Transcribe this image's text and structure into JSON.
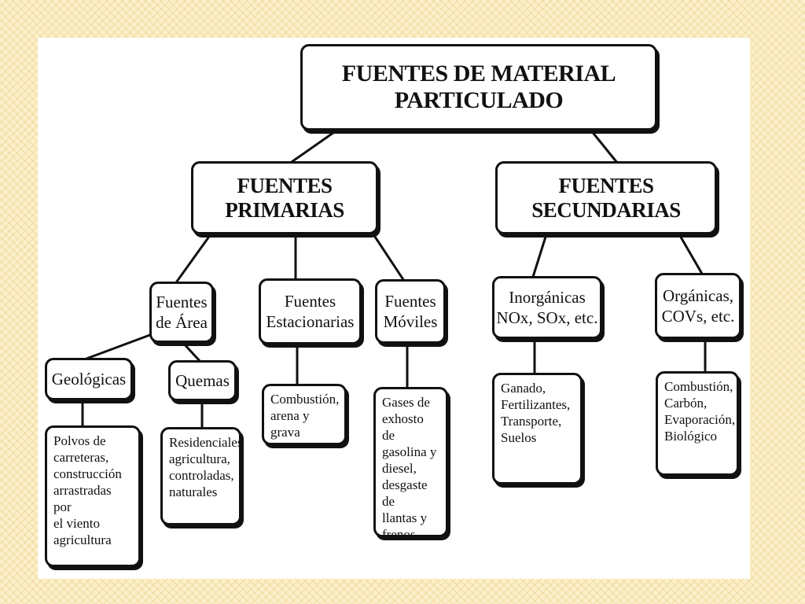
{
  "diagram": {
    "root": {
      "label": "FUENTES DE MATERIAL PARTICULADO"
    },
    "primarias": {
      "label": "FUENTES PRIMARIAS"
    },
    "secundarias": {
      "label": "FUENTES SECUNDARIAS"
    },
    "fuentes_area": {
      "label": "Fuentes\nde Área"
    },
    "fuentes_estacionarias": {
      "label": "Fuentes\nEstacionarias"
    },
    "fuentes_moviles": {
      "label": "Fuentes\nMóviles"
    },
    "inorganicas": {
      "label": "Inorgánicas\nNOx, SOx, etc."
    },
    "organicas": {
      "label": "Orgánicas,\nCOVs, etc."
    },
    "geologicas": {
      "label": "Geológicas"
    },
    "quemas": {
      "label": "Quemas"
    },
    "geologicas_detalle": {
      "label": "Polvos de\ncarreteras,\nconstrucción\narrastradas por\nel viento\nagricultura"
    },
    "quemas_detalle": {
      "label": "Residenciales,\nagricultura,\ncontroladas,\nnaturales"
    },
    "estacionarias_detalle": {
      "label": "Combustión,\narena y grava"
    },
    "moviles_detalle": {
      "label": "Gases de\nexhosto de\ngasolina y\ndiesel,\ndesgaste de\nllantas y\nfrenos"
    },
    "inorganicas_detalle": {
      "label": "Ganado,\nFertilizantes,\nTransporte,\nSuelos"
    },
    "organicas_detalle": {
      "label": "Combustión,\nCarbón,\nEvaporación,\nBiológico"
    }
  }
}
